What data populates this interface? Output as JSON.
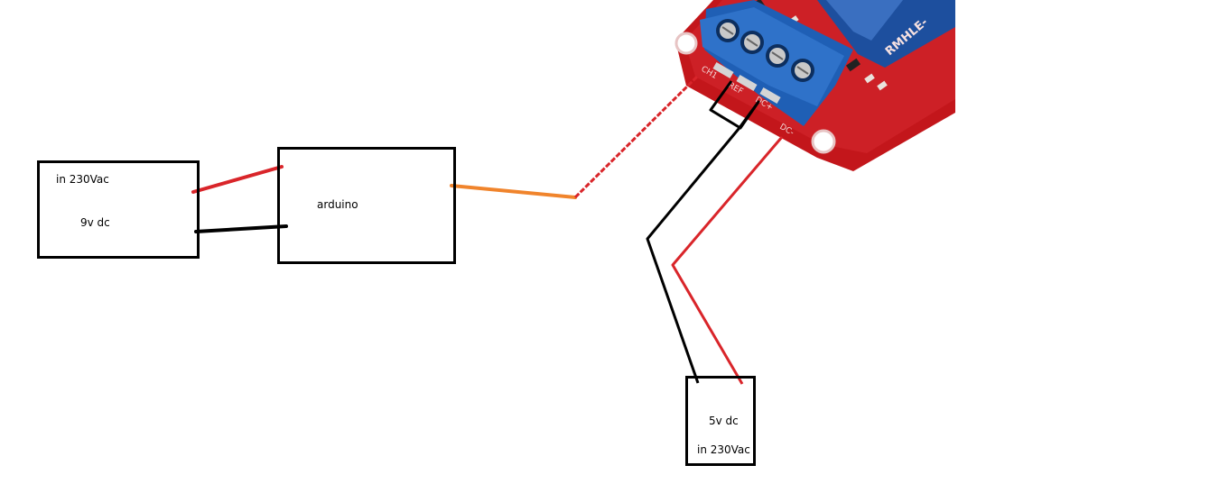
{
  "psu_9v": {
    "line1": "in 230Vac",
    "line2": "9v dc"
  },
  "arduino": {
    "label": "arduino"
  },
  "psu_5v": {
    "line1": "5v dc",
    "line2": "in 230Vac"
  },
  "relay": {
    "board_text": "RMHLE-",
    "pin_labels": [
      "CH1",
      "REF",
      "DC+",
      "DC-"
    ]
  },
  "colors": {
    "wire_red": "#d9252a",
    "wire_black": "#000000",
    "wire_orange": "#f0842c",
    "relay_pcb": "#c3161b",
    "terminal_blue": "#2f72c9"
  }
}
